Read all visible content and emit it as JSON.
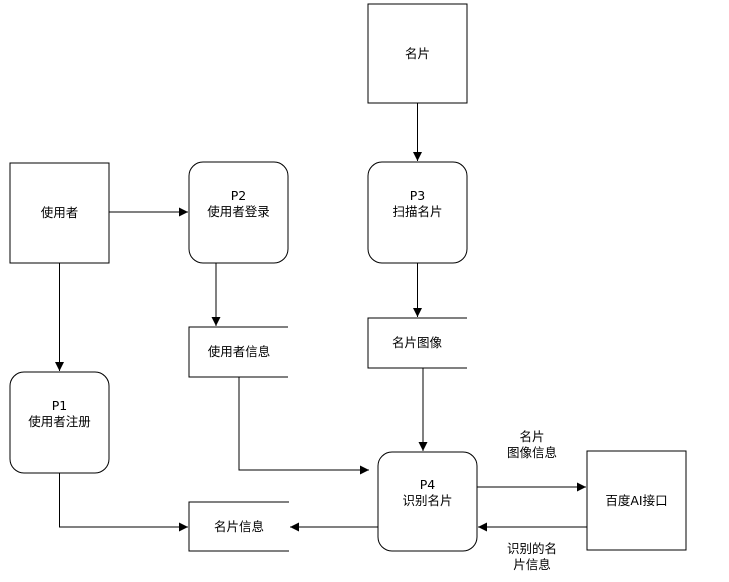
{
  "diagram": {
    "nodes": {
      "user": {
        "label": "使用者"
      },
      "card_source": {
        "label": "名片"
      },
      "p1": {
        "id": "P1",
        "label": "使用者注册"
      },
      "p2": {
        "id": "P2",
        "label": "使用者登录"
      },
      "p3": {
        "id": "P3",
        "label": "扫描名片"
      },
      "p4": {
        "id": "P4",
        "label": "识别名片"
      },
      "baidu_ai": {
        "label": "百度AI接口"
      }
    },
    "stores": {
      "user_info": {
        "label": "使用者信息"
      },
      "card_image": {
        "label": "名片图像"
      },
      "card_info": {
        "label": "名片信息"
      }
    },
    "flows": {
      "to_ai_line1": "名片",
      "to_ai_line2": "图像信息",
      "from_ai_line1": "识别的名",
      "from_ai_line2": "片信息"
    }
  }
}
